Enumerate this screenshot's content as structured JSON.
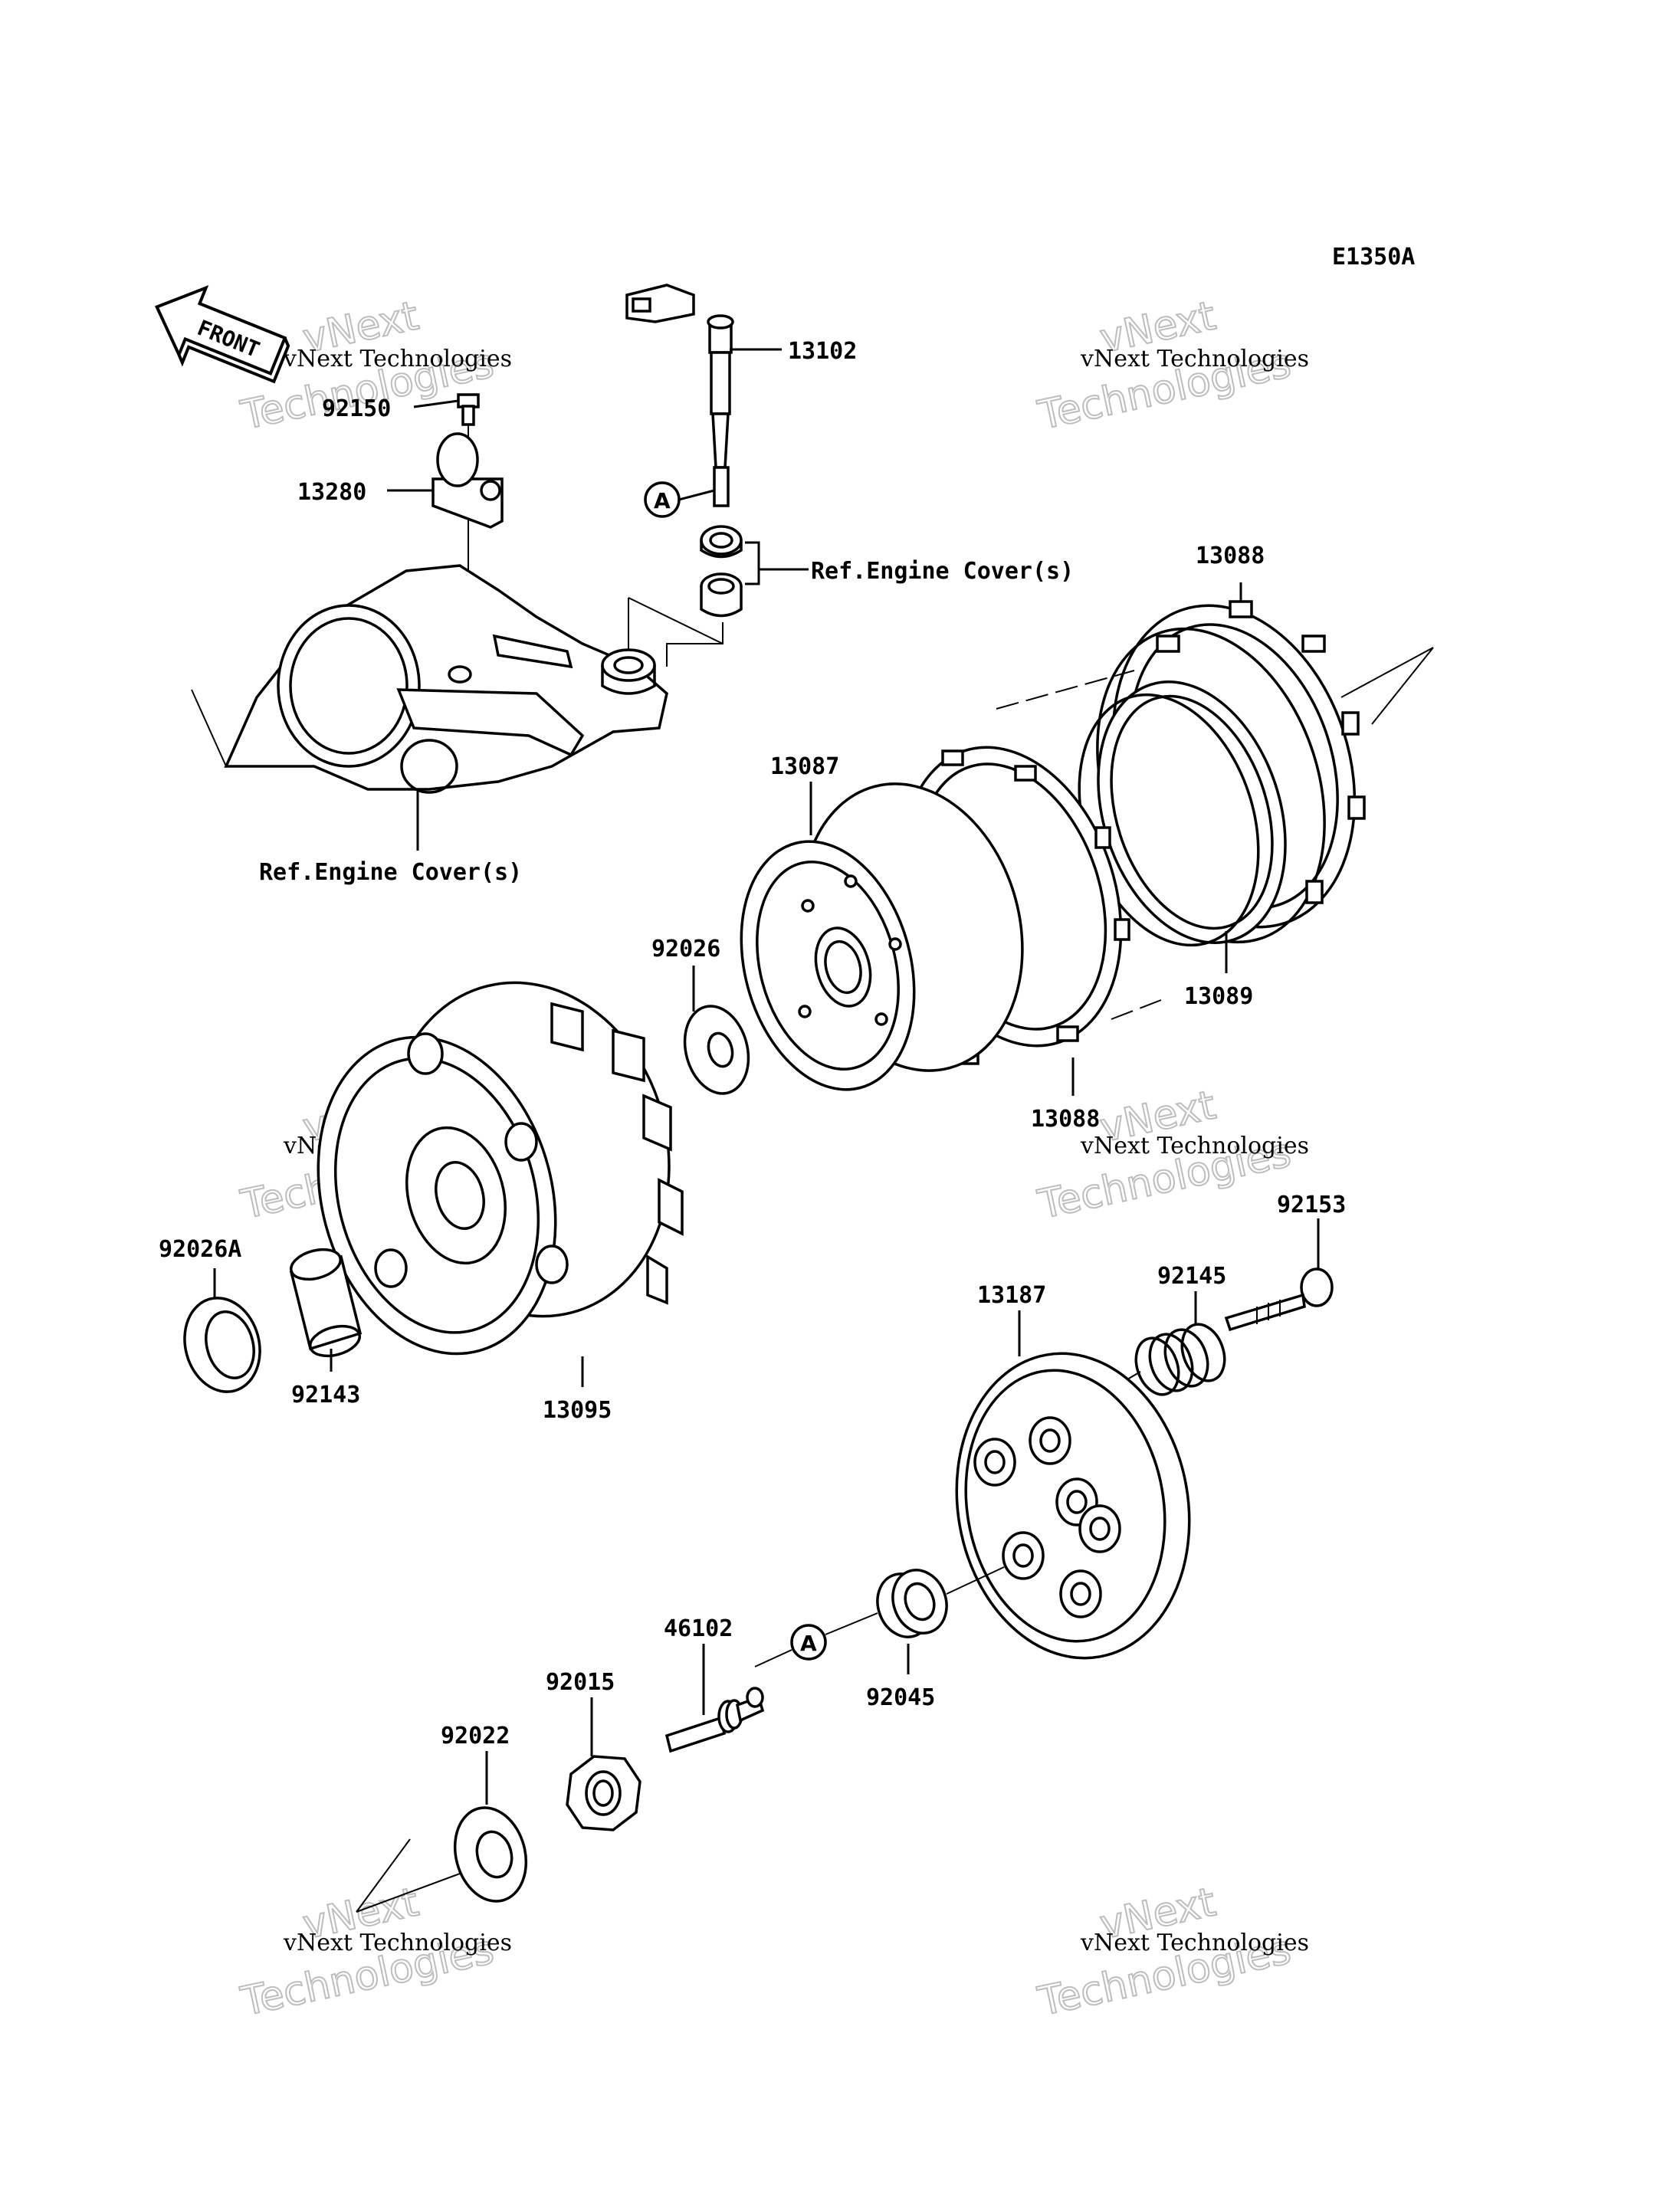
{
  "diagram_code": "E1350A",
  "front_label": "FRONT",
  "callout_letter": "A",
  "ref_labels": {
    "engine_cover_upper": "Ref.Engine Cover(s)",
    "engine_cover_lower": "Ref.Engine Cover(s)"
  },
  "watermark": {
    "line1": "vNext Technologies",
    "line2": "vNext",
    "line3": "Technologies"
  },
  "parts": {
    "p13102": "13102",
    "p92150": "92150",
    "p13280": "13280",
    "p13088_top": "13088",
    "p13087": "13087",
    "p92026": "92026",
    "p13089": "13089",
    "p13088_bottom": "13088",
    "p92153": "92153",
    "p13187": "13187",
    "p92145": "92145",
    "p92026A": "92026A",
    "p92143": "92143",
    "p13095": "13095",
    "p46102": "46102",
    "p92015": "92015",
    "p92045": "92045",
    "p92022": "92022"
  }
}
